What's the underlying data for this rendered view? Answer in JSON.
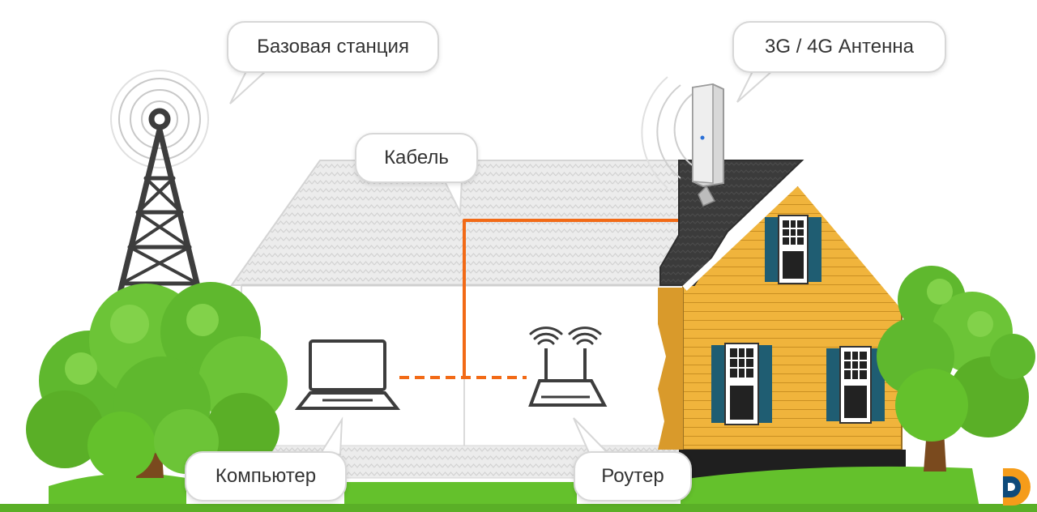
{
  "labels": {
    "base_station": "Базовая станция",
    "antenna": "3G / 4G Антенна",
    "cable": "Кабель",
    "computer": "Компьютер",
    "router": "Роутер"
  },
  "icons": [
    "cell-tower-icon",
    "antenna-icon",
    "laptop-icon",
    "router-icon",
    "wifi-icon",
    "tree-icon",
    "house-icon",
    "logo-icon"
  ],
  "colors": {
    "cable": "#f26a16",
    "house_wall": "#f0b43c",
    "shutters": "#1f5d72",
    "roof_dark": "#3a3a3a",
    "tree": "#5fb82e",
    "grass": "#64c12c",
    "tower": "#3d3d3d",
    "logo_orange": "#f59c1a",
    "logo_blue": "#0e4a7a"
  }
}
